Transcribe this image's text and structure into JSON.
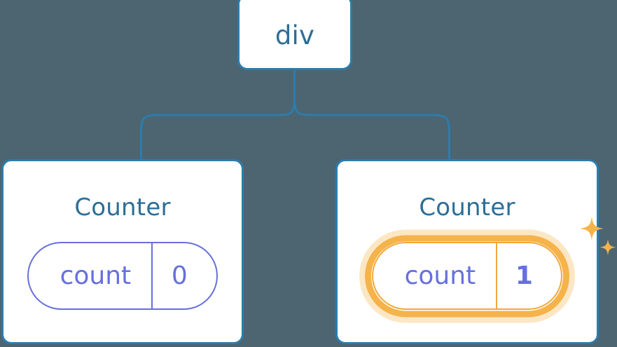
{
  "diagram": {
    "type": "component-tree",
    "background_color": "#4c6571",
    "node_border_color": "#2d7cab",
    "node_fill_color": "#ffffff",
    "title_text_color": "#2d6e96",
    "pill_color": "#6670dd",
    "highlight_color": "#f6b34a",
    "highlight_glow_color": "#fbdcab",
    "sparkle_color": "#f6b34a",
    "connector_color": "#2d7cab"
  },
  "root": {
    "label": "div"
  },
  "children": [
    {
      "label": "Counter",
      "state": {
        "key": "count",
        "value": "0"
      },
      "highlighted": false,
      "sparkles": false
    },
    {
      "label": "Counter",
      "state": {
        "key": "count",
        "value": "1"
      },
      "highlighted": true,
      "sparkles": true
    }
  ],
  "icons": {
    "sparkle_large": "sparkle-icon",
    "sparkle_small": "sparkle-icon"
  }
}
